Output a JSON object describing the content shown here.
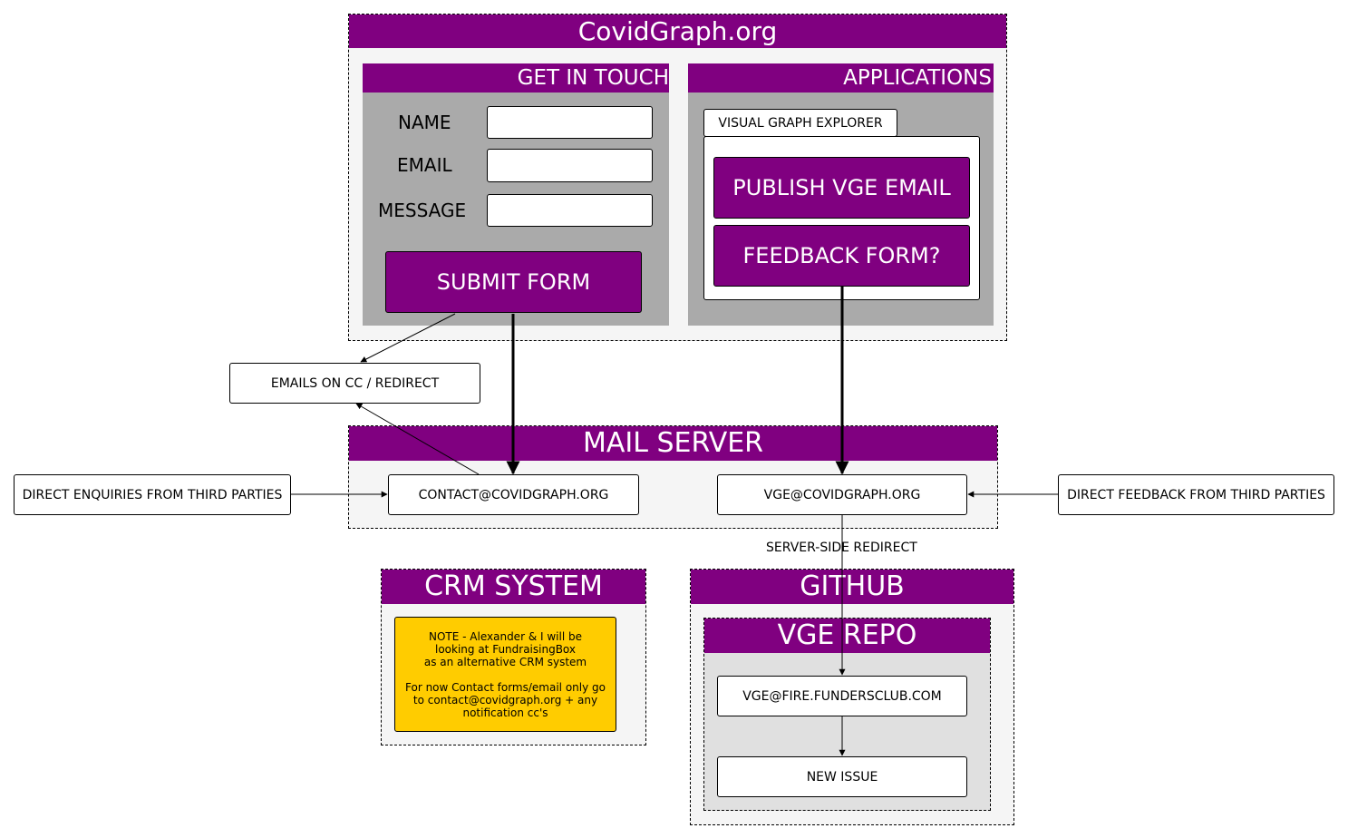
{
  "site": {
    "title": "CovidGraph.org"
  },
  "contact": {
    "title": "GET IN TOUCH",
    "fields": {
      "name": "NAME",
      "email": "EMAIL",
      "message": "MESSAGE"
    },
    "submit": "SUBMIT FORM"
  },
  "applications": {
    "title": "APPLICATIONS",
    "tab": "VISUAL GRAPH EXPLORER",
    "publish": "PUBLISH VGE EMAIL",
    "feedback": "FEEDBACK FORM?"
  },
  "emails_cc": "EMAILS ON CC / REDIRECT",
  "mail_server": {
    "title": "MAIL SERVER",
    "contact_addr": "CONTACT@COVIDGRAPH.ORG",
    "vge_addr": "VGE@COVIDGRAPH.ORG"
  },
  "third_parties": {
    "enquiries": "DIRECT ENQUIRIES FROM THIRD PARTIES",
    "feedback": "DIRECT FEEDBACK FROM THIRD PARTIES"
  },
  "redirect_label": "SERVER-SIDE REDIRECT",
  "crm": {
    "title": "CRM SYSTEM",
    "note_lines": [
      "NOTE - Alexander & I will be",
      "looking at FundraisingBox",
      "as an alternative CRM system",
      "",
      "For now Contact forms/email only go",
      "to contact@covidgraph.org + any",
      "notification cc's"
    ]
  },
  "github": {
    "title": "GITHUB",
    "repo_title": "VGE REPO",
    "fire_addr": "VGE@FIRE.FUNDERSCLUB.COM",
    "new_issue": "NEW ISSUE"
  },
  "colors": {
    "accent": "#800080",
    "note": "#ffcc00",
    "panel": "#aaaaaa",
    "repo_bg": "#e0e0e0"
  }
}
